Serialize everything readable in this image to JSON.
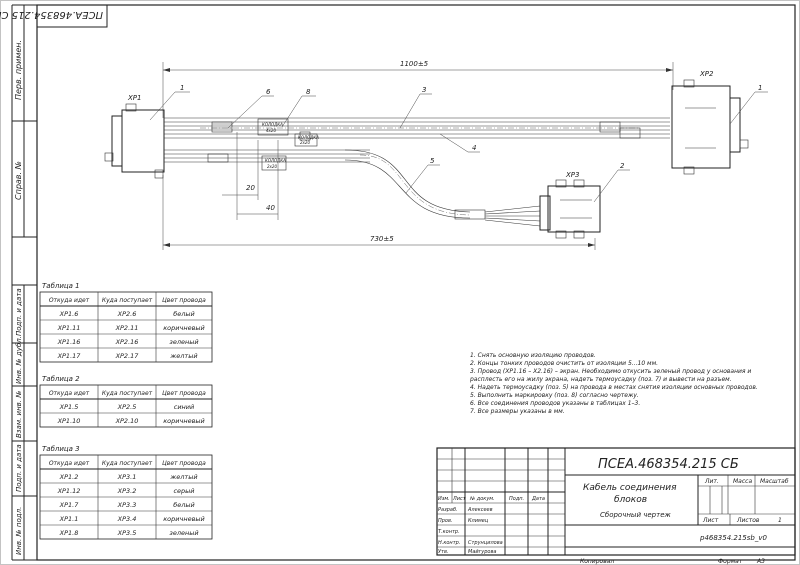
{
  "stamp_code": "ПСЕА.468354.215 СБ",
  "side_labels": [
    "Перв. примен.",
    "Справ. №",
    "Подп. и дата",
    "Инв. № дубл.",
    "Взам. инв. №",
    "Подп. и дата",
    "Инв. № подл."
  ],
  "drawing": {
    "dims": {
      "total": "1100±5",
      "branch": "730±5",
      "d20": "20",
      "d40": "40"
    },
    "connectors": {
      "xp1": "XP1",
      "xp2": "XP2",
      "xp3": "XP3"
    },
    "callouts": [
      "1",
      "6",
      "8",
      "3",
      "4",
      "5",
      "2",
      "1"
    ],
    "markers": [
      "КОЛОДКА\n4x20",
      "КОЛОДКА\n2x20",
      "КОЛОДКА\n2x20"
    ]
  },
  "tables": [
    {
      "title": "Таблица 1",
      "headers": [
        "Откуда идет",
        "Куда поступает",
        "Цвет провода"
      ],
      "rows": [
        [
          "XP1.6",
          "XP2.6",
          "белый"
        ],
        [
          "XP1.11",
          "XP2.11",
          "коричневый"
        ],
        [
          "XP1.16",
          "XP2.16",
          "зеленый"
        ],
        [
          "XP1.17",
          "XP2.17",
          "желтый"
        ]
      ]
    },
    {
      "title": "Таблица 2",
      "headers": [
        "Откуда идет",
        "Куда поступает",
        "Цвет провода"
      ],
      "rows": [
        [
          "XP1.5",
          "XP2.5",
          "синий"
        ],
        [
          "XP1.10",
          "XP2.10",
          "коричневый"
        ]
      ]
    },
    {
      "title": "Таблица 3",
      "headers": [
        "Откуда идет",
        "Куда поступает",
        "Цвет провода"
      ],
      "rows": [
        [
          "XP1.2",
          "XP3.1",
          "желтый"
        ],
        [
          "XP1.12",
          "XP3.2",
          "серый"
        ],
        [
          "XP1.7",
          "XP3.3",
          "белый"
        ],
        [
          "XP1.1",
          "XP3.4",
          "коричневый"
        ],
        [
          "XP1.8",
          "XP3.5",
          "зеленый"
        ]
      ]
    }
  ],
  "notes": [
    "1. Снять основную изоляцию проводов.",
    "2. Концы тонких проводов очистить от изоляции 5...10 мм.",
    "3. Провод (XP1.16 – X2.16) – экран. Необходимо откусить зеленый провод у основания и",
    "расплесть его на жилу экрана, надеть термоусадку (поз. 7) и вывести на разъем.",
    "4. Надеть термоусадку (поз. 5) на провода в местах снятия изоляции основных проводов.",
    "5. Выполнить маркировку (поз. 8) согласно чертежу.",
    "6. Все соединения проводов указаны в таблицах 1–3.",
    "7. Все размеры указаны в мм."
  ],
  "title_block": {
    "code": "ПСЕА.468354.215 СБ",
    "name_line1": "Кабель соединения",
    "name_line2": "блоков",
    "subtitle": "Сборочный чертеж",
    "lit": "Лит.",
    "mass": "Масса",
    "scale": "Масштаб",
    "sheet": "Лист",
    "sheets": "Листов",
    "sheets_count": "1",
    "file": "p468354.215sb_v0",
    "head": [
      "Изм.",
      "Лист",
      "№ докум.",
      "Подп.",
      "Дата"
    ],
    "roles": [
      {
        "role": "Разраб.",
        "name": "Алексеев"
      },
      {
        "role": "Пров.",
        "name": "Климец"
      },
      {
        "role": "Т.контр.",
        "name": ""
      },
      {
        "role": "",
        "name": ""
      },
      {
        "role": "Н.контр.",
        "name": "Струнцилова"
      },
      {
        "role": "Утв.",
        "name": "Майгурова"
      }
    ],
    "copied": "Копировал",
    "format": "Формат",
    "format_val": "A3"
  }
}
